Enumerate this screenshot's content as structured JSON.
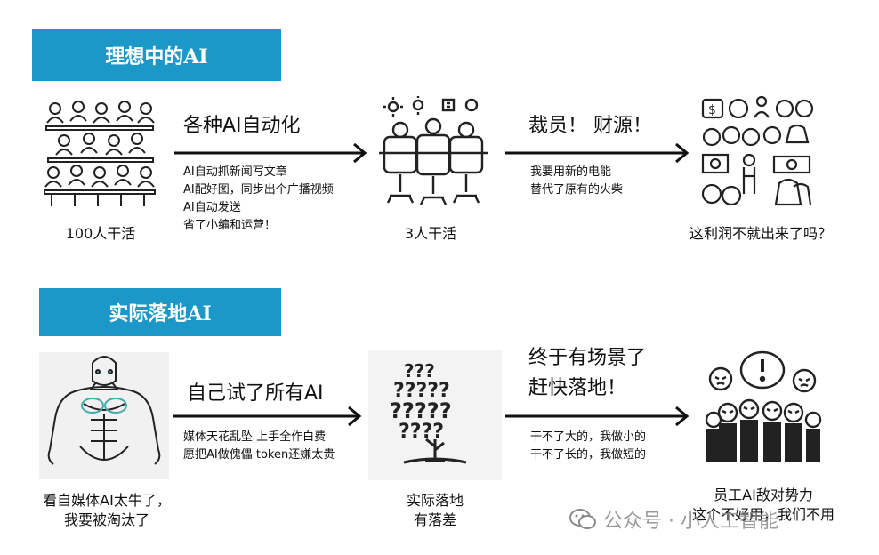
{
  "section1": {
    "banner": "理想中的AI",
    "caption_left": "100人干活",
    "heading_a": "各种AI自动化",
    "lines_a": [
      "AI自动抓新闻写文章",
      "AI配好图，同步出个广播视频",
      "AI自动发送",
      "省了小编和运营！"
    ],
    "caption_mid": "3人干活",
    "heading_b": "裁员！ 财源！",
    "lines_b": [
      "我要用新的电能",
      "替代了原有的火柴"
    ],
    "caption_right": "这利润不就出来了吗？"
  },
  "section2": {
    "banner": "实际落地AI",
    "caption_left": [
      "看自媒体AI太牛了，",
      "我要被淘汰了"
    ],
    "heading_a": "自己试了所有AI",
    "lines_a": [
      "媒体天花乱坠  上手全作白费",
      "愿把AI做傀儡  token还嫌太贵"
    ],
    "caption_mid": [
      "实际落地",
      "有落差"
    ],
    "heading_b": [
      "终于有场景了",
      "赶快落地！"
    ],
    "lines_b": [
      "干不了大的，我做小的",
      "干不了长的，我做短的"
    ],
    "caption_right": [
      "员工AI敌对势力",
      "这个不好用，我们不用"
    ]
  },
  "watermark": {
    "text": "公众号 · 小人工智能",
    "icon": "wechat-icon"
  },
  "colors": {
    "banner": "#1b97c8"
  }
}
